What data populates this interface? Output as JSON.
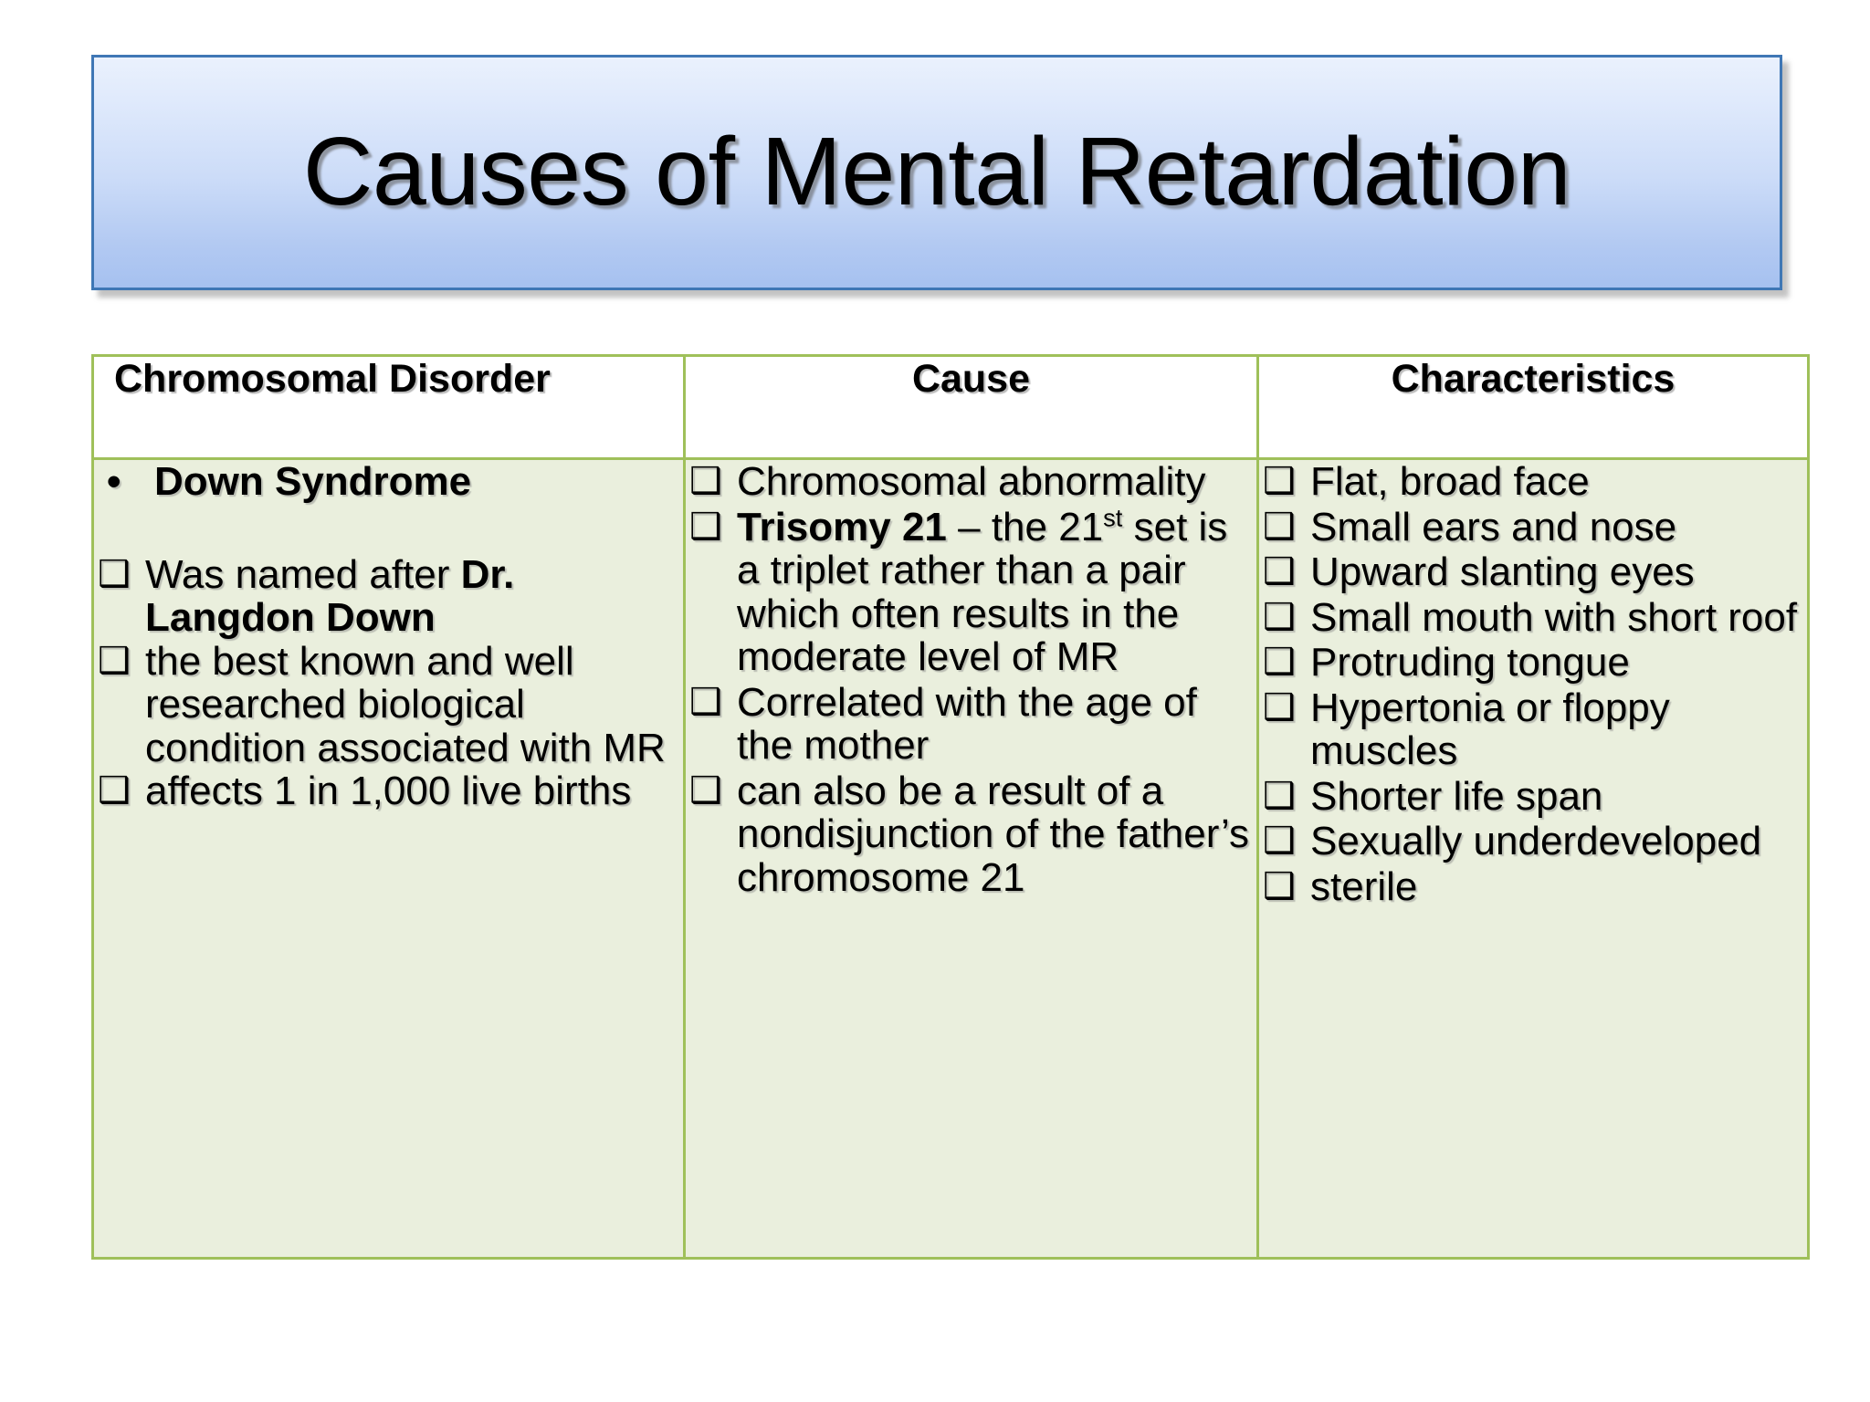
{
  "slide": {
    "title": "Causes of Mental Retardation",
    "title_border_color": "#3f77b5",
    "title_gradient_top": "#eaf1fd",
    "title_gradient_bottom": "#a6c1f0",
    "table_border_color": "#9fc05a",
    "table_body_background": "#eaefdd",
    "table_header_background": "#ffffff",
    "bullet_marker": "❑",
    "dot_marker": "•"
  },
  "table": {
    "headers": [
      "Chromosomal Disorder",
      "Cause",
      "Characteristics"
    ],
    "columns": {
      "disorder": {
        "lead": "Down Syndrome",
        "items": [
          {
            "pre": "Was named after ",
            "bold": "Dr. Langdon Down",
            "post": ""
          },
          {
            "pre": " the best known and well researched biological condition associated with MR",
            "bold": "",
            "post": ""
          },
          {
            "pre": " affects 1 in 1,000 live births",
            "bold": "",
            "post": ""
          }
        ]
      },
      "cause": {
        "items": [
          {
            "pre": "Chromosomal abnormality",
            "bold": "",
            "post": ""
          },
          {
            "pre": "",
            "bold": "Trisomy 21",
            "post": " – the 21",
            "sup": "st",
            "post2": " set is a triplet rather than a pair which often results in the moderate level of MR"
          },
          {
            "pre": "Correlated with the age of the mother",
            "bold": "",
            "post": ""
          },
          {
            "pre": "can also be a result of a nondisjunction of the father’s chromosome 21",
            "bold": "",
            "post": ""
          }
        ]
      },
      "characteristics": {
        "items": [
          "Flat, broad face",
          "Small ears and nose",
          "Upward slanting eyes",
          "Small mouth with short roof",
          "Protruding tongue",
          "Hypertonia or floppy muscles",
          "Shorter life span",
          "Sexually underdeveloped",
          "sterile"
        ]
      }
    }
  }
}
